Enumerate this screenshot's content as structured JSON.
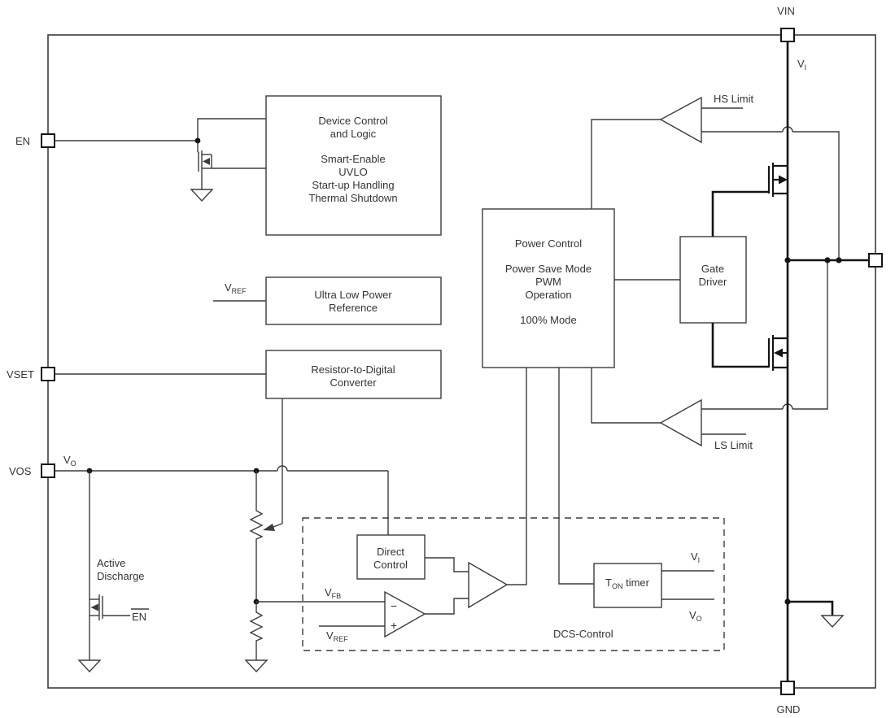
{
  "colors": {
    "background": "#ffffff",
    "line": "#3c3c3c",
    "power_line": "#141414",
    "text": "#333333"
  },
  "pins": {
    "vin": "VIN",
    "gnd": "GND",
    "en": "EN",
    "vset": "VSET",
    "vos": "VOS"
  },
  "blocks": {
    "device_control": {
      "l1": "Device Control",
      "l2": "and Logic",
      "l3": "Smart-Enable",
      "l4": "UVLO",
      "l5": "Start-up Handling",
      "l6": "Thermal Shutdown"
    },
    "reference": {
      "l1": "Ultra Low Power",
      "l2": "Reference"
    },
    "r2d": {
      "l1": "Resistor-to-Digital",
      "l2": "Converter"
    },
    "power_control": {
      "l1": "Power Control",
      "l2": "Power Save Mode",
      "l3": "PWM",
      "l4": "Operation",
      "l5": "100% Mode"
    },
    "gate_driver": {
      "l1": "Gate",
      "l2": "Driver"
    },
    "direct_control": {
      "l1": "Direct",
      "l2": "Control"
    },
    "ton_timer": {
      "pre": "T",
      "sub": "ON",
      "post": " timer"
    },
    "active_discharge": {
      "l1": "Active",
      "l2": "Discharge"
    },
    "dcs": {
      "label": "DCS-Control"
    }
  },
  "signals": {
    "vi_top": {
      "main": "V",
      "sub": "I"
    },
    "vo_vos": {
      "main": "V",
      "sub": "O"
    },
    "vref_ref": {
      "main": "V",
      "sub": "REF"
    },
    "vref_comp": {
      "main": "V",
      "sub": "REF"
    },
    "vfb": {
      "main": "V",
      "sub": "FB"
    },
    "vi_ton": {
      "main": "V",
      "sub": "I"
    },
    "vo_ton": {
      "main": "V",
      "sub": "O"
    },
    "hs_limit": "HS Limit",
    "ls_limit": "LS Limit",
    "en_bar": "EN",
    "minus": "−",
    "plus": "+"
  }
}
